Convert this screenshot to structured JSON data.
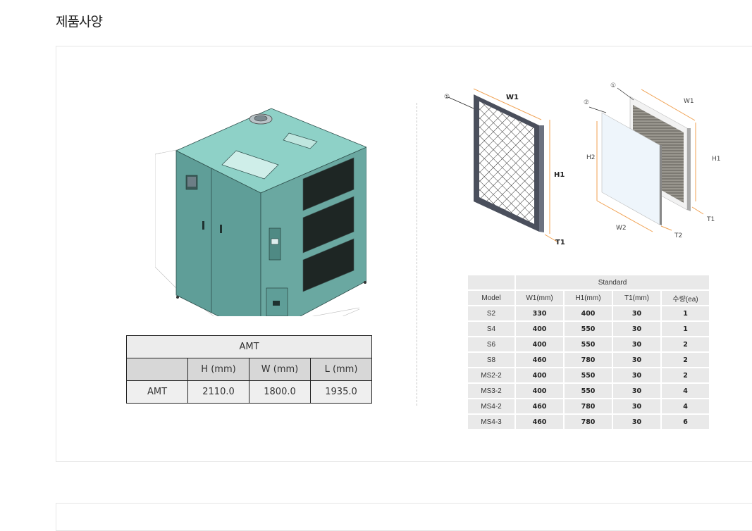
{
  "page": {
    "title": "제품사양"
  },
  "machine": {
    "name": "AMT",
    "body_color": "#5c9c97",
    "top_color": "#8ed1c7"
  },
  "amt_table": {
    "title": "AMT",
    "headers": [
      "",
      "H (mm)",
      "W (mm)",
      "L (mm)"
    ],
    "rows": [
      {
        "model": "AMT",
        "h": "2110.0",
        "w": "1800.0",
        "l": "1935.0"
      }
    ]
  },
  "filter_diagram_1": {
    "callout": "①",
    "labels": {
      "w": "W1",
      "h": "H1",
      "t": "T1"
    }
  },
  "filter_diagram_2": {
    "callouts": [
      "①",
      "②"
    ],
    "labels": {
      "w1": "W1",
      "h1": "H1",
      "t1": "T1",
      "w2": "W2",
      "h2": "H2",
      "t2": "T2"
    }
  },
  "std_table": {
    "group_header": "Standard",
    "headers": [
      "Model",
      "W1(mm)",
      "H1(mm)",
      "T1(mm)",
      "수량(ea)"
    ],
    "rows": [
      [
        "S2",
        "330",
        "400",
        "30",
        "1"
      ],
      [
        "S4",
        "400",
        "550",
        "30",
        "1"
      ],
      [
        "S6",
        "400",
        "550",
        "30",
        "2"
      ],
      [
        "S8",
        "460",
        "780",
        "30",
        "2"
      ],
      [
        "MS2-2",
        "400",
        "550",
        "30",
        "2"
      ],
      [
        "MS3-2",
        "400",
        "550",
        "30",
        "4"
      ],
      [
        "MS4-2",
        "460",
        "780",
        "30",
        "4"
      ],
      [
        "MS4-3",
        "460",
        "780",
        "30",
        "6"
      ]
    ]
  },
  "colors": {
    "dimension_line": "#f0a050",
    "frame": "#4a4f5c",
    "border": "#e6e6e6"
  }
}
